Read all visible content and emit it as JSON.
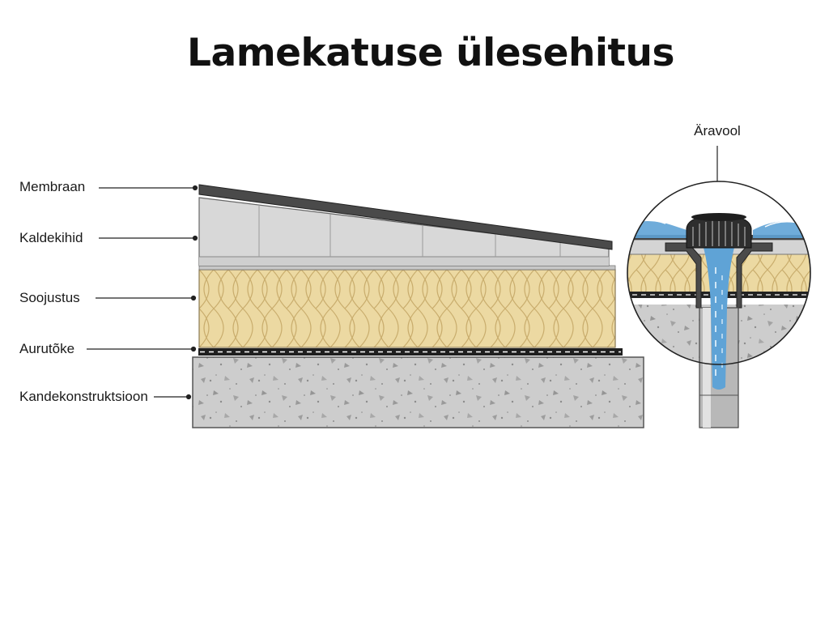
{
  "title": "Lamekatuse ülesehitus",
  "layers": [
    {
      "key": "membrane",
      "label": "Membraan"
    },
    {
      "key": "slope",
      "label": "Kaldekihid"
    },
    {
      "key": "insulation",
      "label": "Soojustus"
    },
    {
      "key": "vapor",
      "label": "Aurutõke"
    },
    {
      "key": "structure",
      "label": "Kandekonstruktsioon"
    }
  ],
  "detail": {
    "label": "Äravool"
  },
  "colors": {
    "membrane": "#4a4a4a",
    "slope_board": "#d6d6d6",
    "insulation": "#ecd9a2",
    "insulation_fiber": "#cfb67a",
    "concrete": "#cdcdcd",
    "water": "#5fa3d6",
    "drain": "#3a3a3a"
  }
}
